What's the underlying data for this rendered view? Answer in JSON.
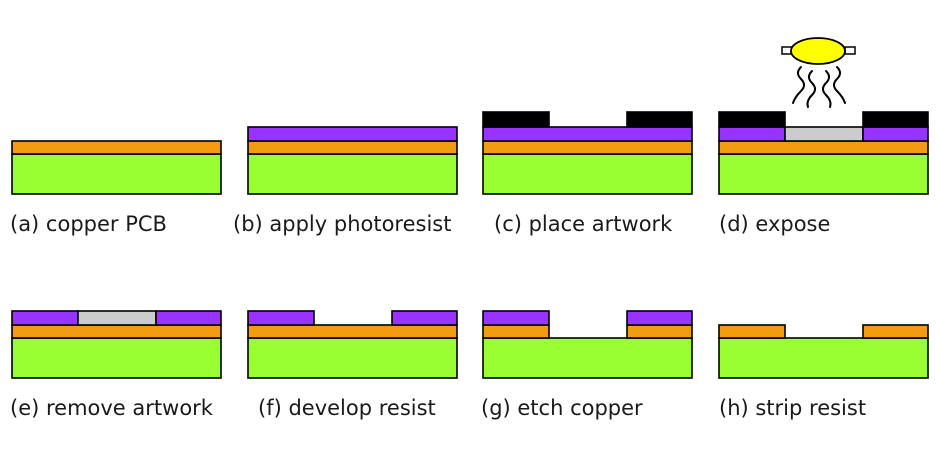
{
  "colors": {
    "substrate": "#99ff33",
    "copper": "#f39c12",
    "photoresist": "#9933ff",
    "artwork": "#000000",
    "exposed_resist": "#cccccc",
    "lamp": "#ffff00"
  },
  "steps": [
    {
      "caption": "(a) copper PCB"
    },
    {
      "caption": "(b) apply photoresist"
    },
    {
      "caption": "(c) place artwork"
    },
    {
      "caption": "(d) expose"
    },
    {
      "caption": "(e) remove artwork"
    },
    {
      "caption": "(f) develop resist"
    },
    {
      "caption": "(g) etch copper"
    },
    {
      "caption": "(h) strip resist"
    }
  ]
}
